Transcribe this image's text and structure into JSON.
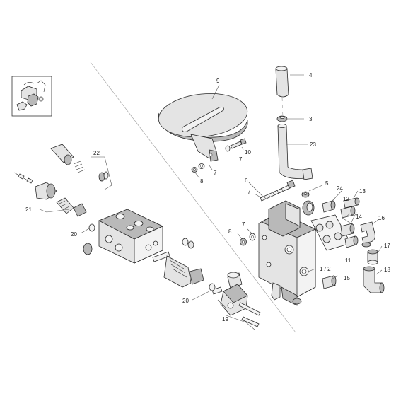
{
  "callouts": {
    "c1_2": "1 / 2",
    "c3": "3",
    "c4": "4",
    "c5": "5",
    "c6": "6",
    "c7a": "7",
    "c7b": "7",
    "c7c": "7",
    "c7d": "7",
    "c8a": "8",
    "c8b": "8",
    "c9": "9",
    "c10": "10",
    "c11": "11",
    "c12": "12",
    "c13": "13",
    "c14": "14",
    "c15": "15",
    "c16": "16",
    "c17": "17",
    "c18": "18",
    "c19": "19",
    "c20a": "20",
    "c20b": "20",
    "c21": "21",
    "c22": "22",
    "c23": "23",
    "c24": "24"
  },
  "colors": {
    "line": "#2a2a2a",
    "fill": "#e4e4e4",
    "shade": "#b9b9b9"
  }
}
